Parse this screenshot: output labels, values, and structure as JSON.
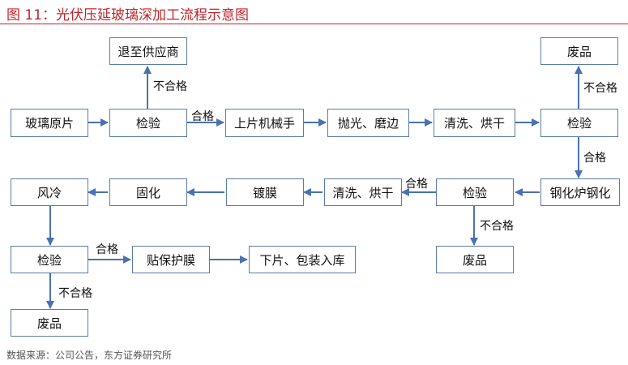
{
  "title": "图 11：光伏压延玻璃深加工流程示意图",
  "source": "数据来源：公司公告，东方证券研究所",
  "arrow_color": "#4a72b0",
  "nodes": {
    "raw_glass": "玻璃原片",
    "inspect_1": "检验",
    "return_supplier": "退至供应商",
    "loading_robot": "上片机械手",
    "polish_edge": "抛光、磨边",
    "clean_dry_1": "清洗、烘干",
    "inspect_2": "检验",
    "waste_1": "废品",
    "tempering_furnace": "钢化炉钢化",
    "inspect_3": "检验",
    "waste_2": "废品",
    "clean_dry_2": "清洗、烘干",
    "coating": "镀膜",
    "curing": "固化",
    "air_cool": "风冷",
    "inspect_4": "检验",
    "waste_3": "废品",
    "protective_film": "贴保护膜",
    "unload_pack": "下片、包装入库"
  },
  "edge_labels": {
    "pass_1": "合格",
    "fail_1": "不合格",
    "pass_2": "合格",
    "fail_2": "不合格",
    "pass_3": "合格",
    "fail_3": "不合格",
    "pass_4": "合格",
    "fail_4": "不合格"
  }
}
